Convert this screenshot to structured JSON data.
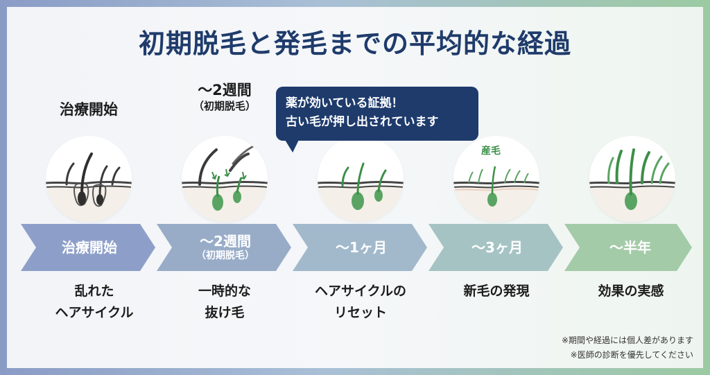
{
  "title": "初期脱毛と発毛までの平均的な経過",
  "bubble": {
    "line1": "薬が効いている証拠！",
    "line2": "古い毛が押し出されています"
  },
  "new_hair_label": "産毛",
  "stages": [
    {
      "top_main": "治療開始",
      "top_sub": "",
      "arrow_main": "治療開始",
      "arrow_sub": "",
      "desc_line1": "乱れた",
      "desc_line2": "ヘアサイクル"
    },
    {
      "top_main": "〜2週間",
      "top_sub": "（初期脱毛）",
      "arrow_main": "〜2週間",
      "arrow_sub": "（初期脱毛）",
      "desc_line1": "一時的な",
      "desc_line2": "抜け毛"
    },
    {
      "top_main": "",
      "top_sub": "",
      "arrow_main": "〜1ヶ月",
      "arrow_sub": "",
      "desc_line1": "ヘアサイクルの",
      "desc_line2": "リセット"
    },
    {
      "top_main": "",
      "top_sub": "",
      "arrow_main": "〜3ヶ月",
      "arrow_sub": "",
      "desc_line1": "新毛の発現",
      "desc_line2": ""
    },
    {
      "top_main": "",
      "top_sub": "",
      "arrow_main": "〜半年",
      "arrow_sub": "",
      "desc_line1": "効果の実感",
      "desc_line2": ""
    }
  ],
  "notes": {
    "line1": "※期間や経過には個人差があります",
    "line2": "※医師の診断を優先してください"
  },
  "colors": {
    "title": "#1f3b6b",
    "bubble": "#1e3b6c",
    "arrow_1": "#8d9fc9",
    "arrow_2": "#98acc8",
    "arrow_3": "#a2b9cc",
    "arrow_4": "#a6c3c4",
    "arrow_5": "#a4cba8",
    "hair_green": "#3c8f48",
    "hair_dark": "#3a3a3a"
  }
}
